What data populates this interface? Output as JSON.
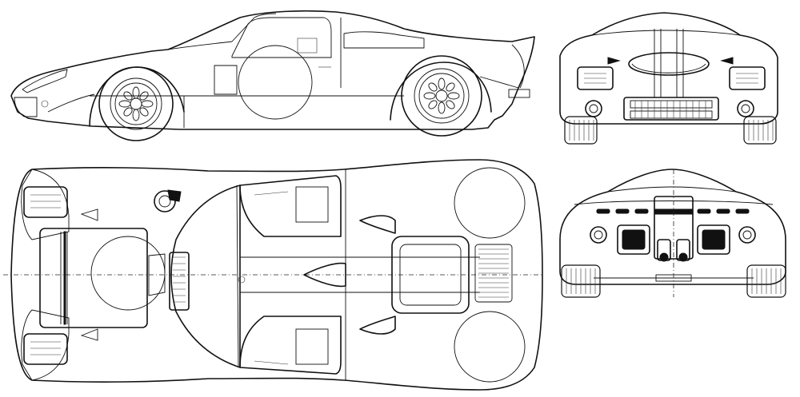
{
  "figure": {
    "views": [
      "side",
      "front",
      "top",
      "rear"
    ]
  }
}
